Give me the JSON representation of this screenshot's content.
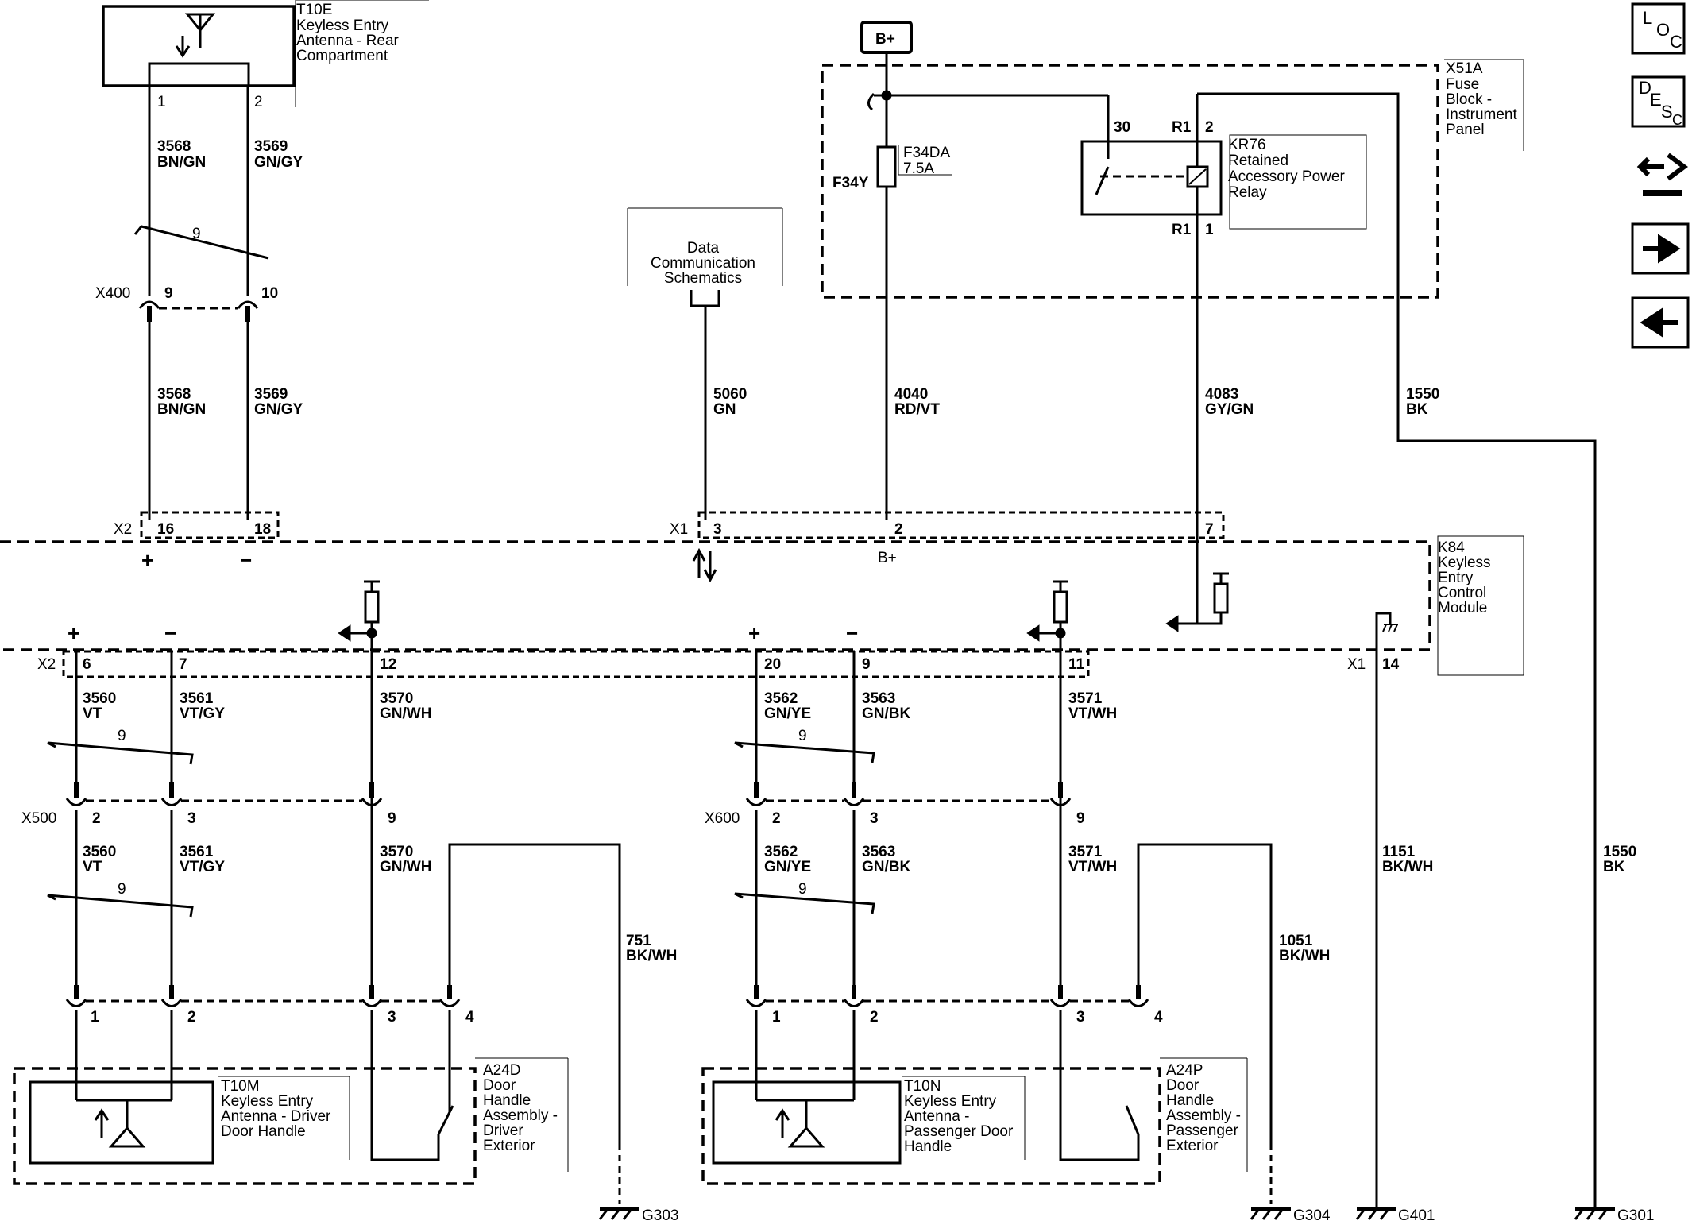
{
  "nav": {
    "loc_top": "L",
    "loc_o": "O",
    "loc_c": "C",
    "desc_d": "D",
    "desc_e": "E",
    "desc_s": "S",
    "desc_c": "C"
  },
  "battery": "B+",
  "fuse_block": {
    "id": "X51A",
    "name": [
      "Fuse",
      "Block -",
      "Instrument",
      "Panel"
    ],
    "fuse_name": "F34DA",
    "fuse_rating": "7.5A",
    "fuse_id": "F34Y",
    "relay_id": "KR76",
    "relay_name": [
      "Retained",
      "Accessory Power",
      "Relay"
    ],
    "pin_30": "30",
    "pin_r1_top": "R1",
    "pin_2": "2",
    "pin_r1_bottom": "R1",
    "pin_1": "1"
  },
  "rear_antenna": {
    "id": "T10E",
    "name": [
      "Keyless Entry",
      "Antenna - Rear",
      "Compartment"
    ],
    "pin1": "1",
    "pin2": "2"
  },
  "data_comm": [
    "Data",
    "Communication",
    "Schematics"
  ],
  "twist": "9",
  "x400": {
    "id": "X400",
    "pin_a": "9",
    "pin_b": "10"
  },
  "wires_top": {
    "w3568": {
      "num": "3568",
      "color": "BN/GN"
    },
    "w3569": {
      "num": "3569",
      "color": "GN/GY"
    },
    "w5060": {
      "num": "5060",
      "color": "GN"
    },
    "w4040": {
      "num": "4040",
      "color": "RD/VT"
    },
    "w4083": {
      "num": "4083",
      "color": "GY/GN"
    },
    "w1550": {
      "num": "1550",
      "color": "BK"
    }
  },
  "module": {
    "id": "K84",
    "name": [
      "Keyless",
      "Entry",
      "Control",
      "Module"
    ],
    "x2_top": "X2",
    "pin16": "16",
    "pin18": "18",
    "x1_top": "X1",
    "pin3": "3",
    "pin2": "2",
    "pin7": "7",
    "bplus": "B+",
    "plus": "+",
    "minus": "−",
    "x2_bottom": "X2",
    "pin6": "6",
    "pin7b": "7",
    "pin12": "12",
    "pin20": "20",
    "pin9": "9",
    "pin11": "11",
    "x1_bottom": "X1",
    "pin14": "14"
  },
  "wires_bottom": {
    "w3560": {
      "num": "3560",
      "color": "VT"
    },
    "w3561": {
      "num": "3561",
      "color": "VT/GY"
    },
    "w3570": {
      "num": "3570",
      "color": "GN/WH"
    },
    "w3562": {
      "num": "3562",
      "color": "GN/YE"
    },
    "w3563": {
      "num": "3563",
      "color": "GN/BK"
    },
    "w3571": {
      "num": "3571",
      "color": "VT/WH"
    },
    "w751": {
      "num": "751",
      "color": "BK/WH"
    },
    "w1051": {
      "num": "1051",
      "color": "BK/WH"
    },
    "w1151": {
      "num": "1151",
      "color": "BK/WH"
    },
    "w1550b": {
      "num": "1550",
      "color": "BK"
    }
  },
  "x500": {
    "id": "X500",
    "p2": "2",
    "p3": "3",
    "p9": "9"
  },
  "x600": {
    "id": "X600",
    "p2": "2",
    "p3": "3",
    "p9": "9"
  },
  "driver_conn": {
    "p1": "1",
    "p2": "2",
    "p3": "3",
    "p4": "4"
  },
  "pass_conn": {
    "p1": "1",
    "p2": "2",
    "p3": "3",
    "p4": "4"
  },
  "driver_antenna": {
    "id": "T10M",
    "name": [
      "Keyless Entry",
      "Antenna - Driver",
      "Door Handle"
    ]
  },
  "driver_handle": {
    "id": "A24D",
    "name": [
      "Door",
      "Handle",
      "Assembly -",
      "Driver",
      "Exterior"
    ]
  },
  "pass_antenna": {
    "id": "T10N",
    "name": [
      "Keyless Entry",
      "Antenna -",
      "Passenger Door",
      "Handle"
    ]
  },
  "pass_handle": {
    "id": "A24P",
    "name": [
      "Door",
      "Handle",
      "Assembly -",
      "Passenger",
      "Exterior"
    ]
  },
  "grounds": {
    "g303": "G303",
    "g304": "G304",
    "g401": "G401",
    "g301": "G301"
  }
}
